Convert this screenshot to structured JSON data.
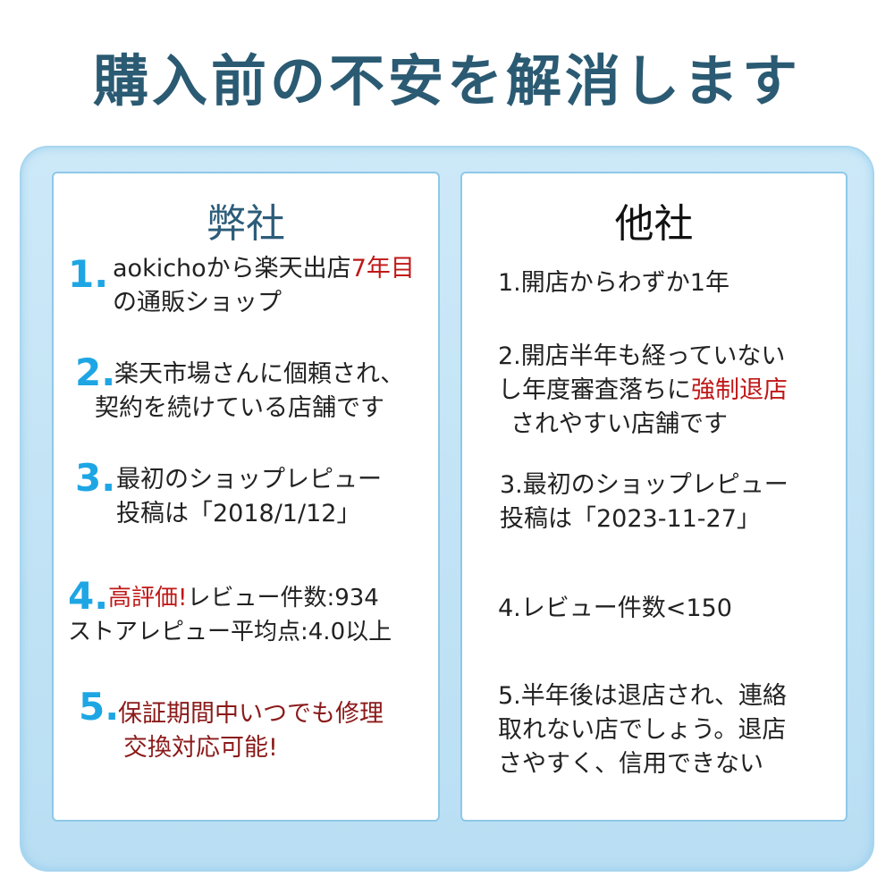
{
  "headline": "購入前の不安を解消します",
  "left_panel": {
    "title": "弊社",
    "items": [
      {
        "num": "1.",
        "line1_pre": "aokichoから楽天出店",
        "line1_highlight": "7年目",
        "line2": "の通販ショップ"
      },
      {
        "num": "2.",
        "line1": "楽天市場さんに個頼され、",
        "line2": "契約を続けている店舗です"
      },
      {
        "num": "3.",
        "line1": "最初のショップレピュー",
        "line2": "投稿は「2018/1/12」"
      },
      {
        "num": "4.",
        "line1_highlight": "高評価!",
        "line1_post": "レビュー件数:934",
        "line2": "ストアレピュー平均点:4.0以上"
      },
      {
        "num": "5.",
        "line1": "保証期間中いつでも修理",
        "line2": "交換対応可能!"
      }
    ]
  },
  "right_panel": {
    "title": "他社",
    "items": [
      {
        "line1": "1.開店からわずか1年"
      },
      {
        "line1": "2.開店半年も経っていない",
        "line2_pre": "し年度審査落ちに",
        "line2_highlight": "強制退店",
        "line3": "されやすい店舗です"
      },
      {
        "line1": "3.最初のショップレピュー",
        "line2": "投稿は「2023-11-27」"
      },
      {
        "line1": "4.レビュー件数<150"
      },
      {
        "line1": "5.半年後は退店され、連絡",
        "line2": "取れない店でしょう。退店",
        "line3": "さやすく、信用できない"
      }
    ]
  },
  "colors": {
    "headline": "#2b5a73",
    "number": "#1ea6e4",
    "highlight_red": "#c01717",
    "guarantee": "#8b1a1a",
    "frame": "#b9def3"
  }
}
